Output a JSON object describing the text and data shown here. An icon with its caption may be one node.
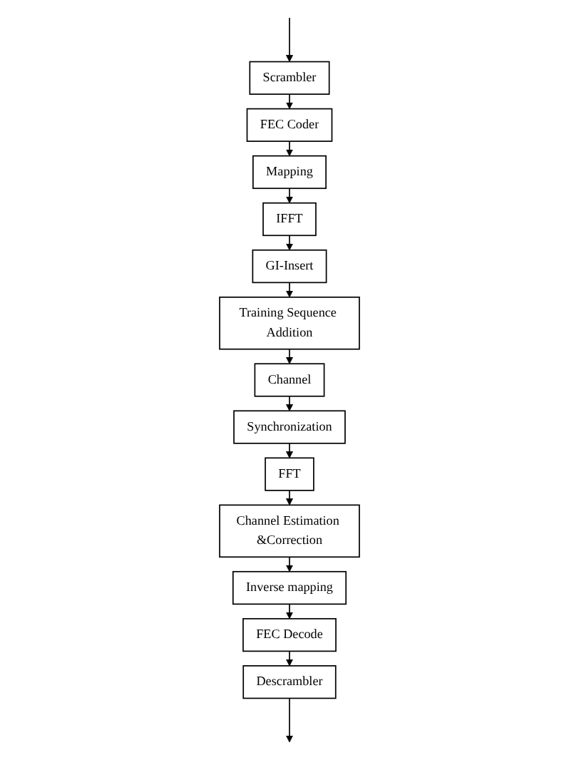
{
  "diagram": {
    "nodes": [
      {
        "text": [
          "Scrambler"
        ]
      },
      {
        "text": [
          "FEC Coder"
        ]
      },
      {
        "text": [
          "Mapping"
        ]
      },
      {
        "text": [
          "IFFT"
        ]
      },
      {
        "text": [
          "GI-Insert"
        ]
      },
      {
        "text": [
          "Training Sequence Addition"
        ]
      },
      {
        "text": [
          "Channel"
        ]
      },
      {
        "text": [
          "Synchronization"
        ]
      },
      {
        "text": [
          "FFT"
        ]
      },
      {
        "text": [
          "Channel Estimation &Correction"
        ]
      },
      {
        "text": [
          "Inverse mapping"
        ]
      },
      {
        "text": [
          "FEC Decode"
        ]
      },
      {
        "text": [
          "Descrambler"
        ]
      }
    ],
    "edges": [
      {
        "from": null,
        "to": 0,
        "arrow": "to"
      },
      {
        "from": 0,
        "to": 1,
        "arrow": "to"
      },
      {
        "from": 1,
        "to": 2,
        "arrow": "to"
      },
      {
        "from": 2,
        "to": 3,
        "arrow": "to"
      },
      {
        "from": 3,
        "to": 4,
        "arrow": "to"
      },
      {
        "from": 4,
        "to": 5,
        "arrow": "to"
      },
      {
        "from": 5,
        "to": 6,
        "arrow": "to"
      },
      {
        "from": 6,
        "to": 7,
        "arrow": "to"
      },
      {
        "from": 7,
        "to": 8,
        "arrow": "to"
      },
      {
        "from": 8,
        "to": 9,
        "arrow": "to"
      },
      {
        "from": 9,
        "to": 10,
        "arrow": "to"
      },
      {
        "from": 10,
        "to": 11,
        "arrow": "to"
      },
      {
        "from": 11,
        "to": 12,
        "arrow": "to"
      },
      {
        "from": 12,
        "to": null,
        "arrow": "to"
      }
    ]
  }
}
